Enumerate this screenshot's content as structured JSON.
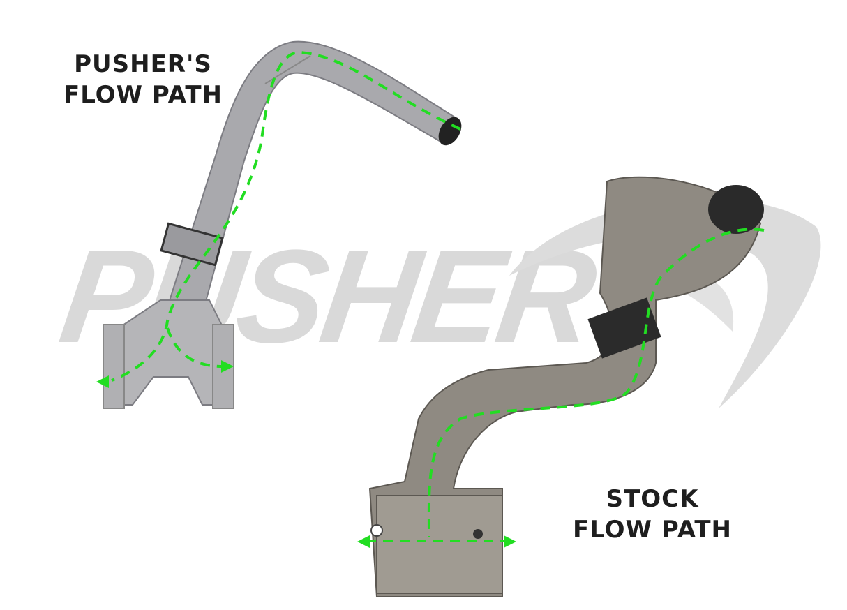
{
  "watermark": {
    "text": "PUSHER"
  },
  "labels": {
    "pusher_line1": "PUSHER'S",
    "pusher_line2": "FLOW PATH",
    "stock_line1": "STOCK",
    "stock_line2": "FLOW PATH"
  },
  "colors": {
    "flow_path": "#22dd22",
    "watermark": "#d9d9d9",
    "pusher_pipe": "#a9a9ad",
    "stock_manifold": "#8f8a82",
    "label_text": "#1e1e1e"
  }
}
